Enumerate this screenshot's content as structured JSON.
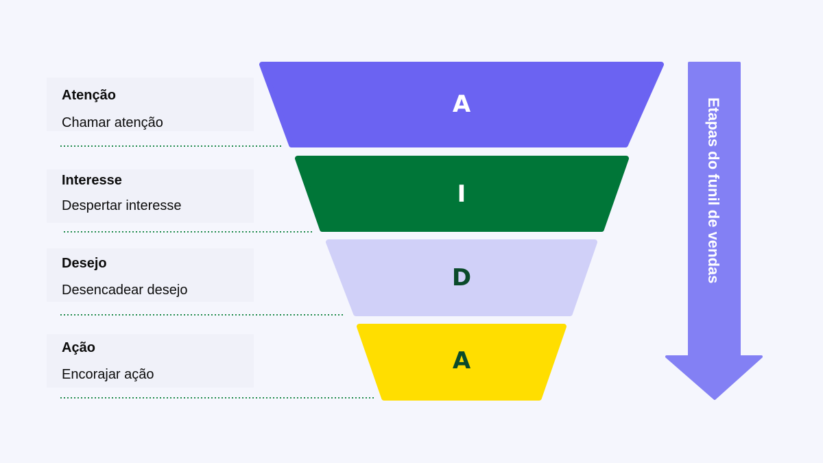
{
  "stages": [
    {
      "title": "Atenção",
      "description": "Chamar atenção",
      "letter": "A",
      "color": "#6b63f2",
      "letter_color": "#ffffff"
    },
    {
      "title": "Interesse",
      "description": "Despertar interesse",
      "letter": "I",
      "color": "#007638",
      "letter_color": "#ffffff"
    },
    {
      "title": "Desejo",
      "description": "Desencadear desejo",
      "letter": "D",
      "color": "#d0d0f8",
      "letter_color": "#0a4a2a"
    },
    {
      "title": "Ação",
      "description": "Encorajar ação",
      "letter": "A",
      "color": "#ffde00",
      "letter_color": "#0a4a2a"
    }
  ],
  "arrow": {
    "label": "Etapas do funil de vendas",
    "color": "#8380f4"
  },
  "divider_color": "#1e8a4a"
}
